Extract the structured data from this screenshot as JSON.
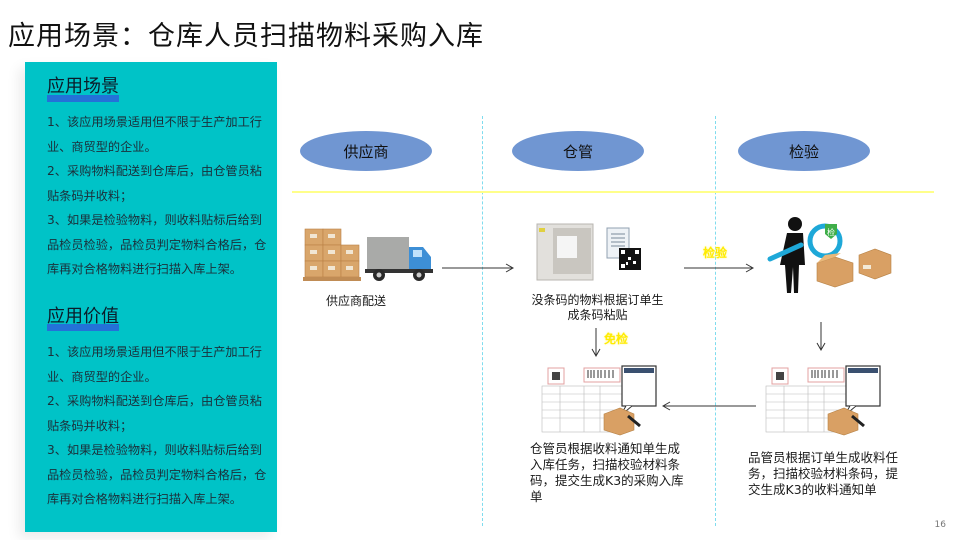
{
  "page": {
    "title": "应用场景：仓库人员扫描物料采购入库",
    "page_number": "16"
  },
  "sidebar": {
    "sections": [
      {
        "heading": "应用场景",
        "items": [
          "1、该应用场景适用但不限于生产加工行业、商贸型的企业。",
          "2、采购物料配送到仓库后，由仓管员粘贴条码并收料；",
          "3、如果是检验物料，则收料贴标后给到品检员检验，品检员判定物料合格后，仓库再对合格物料进行扫描入库上架。"
        ]
      },
      {
        "heading": "应用价值",
        "items": [
          "1、该应用场景适用但不限于生产加工行业、商贸型的企业。",
          "2、采购物料配送到仓库后，由仓管员粘贴条码并收料；",
          "3、如果是检验物料，则收料贴标后给到品检员检验，品检员判定物料合格后，仓库再对合格物料进行扫描入库上架。"
        ]
      }
    ],
    "colors": {
      "panel_bg": "#00c3c7",
      "heading_bar": "#2471d8"
    }
  },
  "diagram": {
    "lanes": [
      "供应商",
      "仓管",
      "检验"
    ],
    "steps": {
      "supplier_delivery": "供应商配送",
      "label_print": "没条码的物料根据订单生成条码粘贴",
      "warehouse_receive": "仓管员根据收料通知单生成入库任务，扫描校验材料条码，提交生成K3的采购入库单",
      "qc_receive": "品管员根据订单生成收料任务，扫描校验材料条码，提交生成K3的收料通知单"
    },
    "arrow_labels": {
      "inspect": "检验",
      "exempt": "免检"
    },
    "badge": "检",
    "colors": {
      "lane_ellipse": "#7096d2",
      "lane_divider": "#7fdcee",
      "header_line": "#ffff8a",
      "arrow_label": "#ffec00"
    }
  }
}
